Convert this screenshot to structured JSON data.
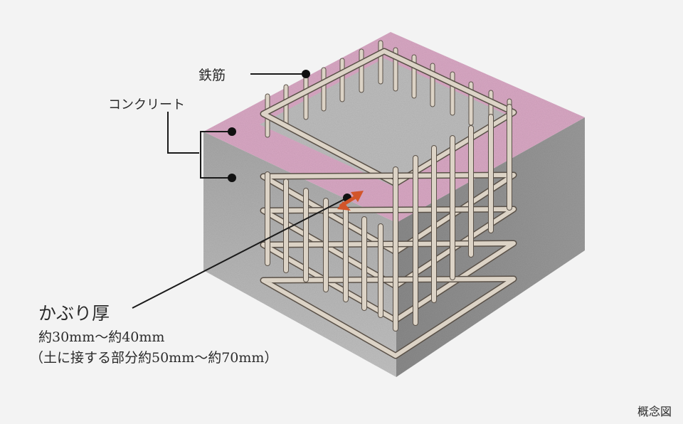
{
  "labels": {
    "rebar": "鉄筋",
    "concrete": "コンクリート",
    "cover_thickness": "かぶり厚",
    "cover_range": "約30mm〜約40mm",
    "cover_soil_range": "（土に接する部分約50mm〜約70mm）",
    "note": "概念図"
  },
  "colors": {
    "background": "#f3f3f3",
    "concrete_top": "#bdbdbd",
    "concrete_left": "#b4b4b4",
    "concrete_right": "#8e8e8e",
    "cover_zone": "#d9a8c4",
    "rebar": "#dcd3c6",
    "leader": "#1a1a1a",
    "arrow": "#d2552a"
  }
}
